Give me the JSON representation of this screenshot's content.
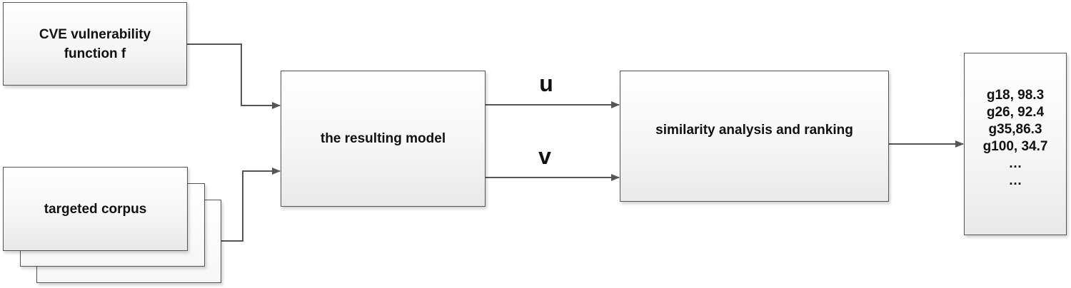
{
  "nodes": {
    "cve_function": {
      "line1": "CVE vulnerability",
      "line2": "function f"
    },
    "targeted_corpus": {
      "label": "targeted corpus"
    },
    "resulting_model": {
      "label": "the resulting model"
    },
    "similarity": {
      "label": "similarity analysis and ranking"
    },
    "results": {
      "lines": [
        "g18, 98.3",
        "g26, 92.4",
        "g35,86.3",
        "g100, 34.7",
        "…",
        "…"
      ]
    }
  },
  "edges": {
    "u_label": "u",
    "v_label": "v"
  },
  "colors": {
    "stroke": "#555555",
    "arrow": "#555555"
  }
}
